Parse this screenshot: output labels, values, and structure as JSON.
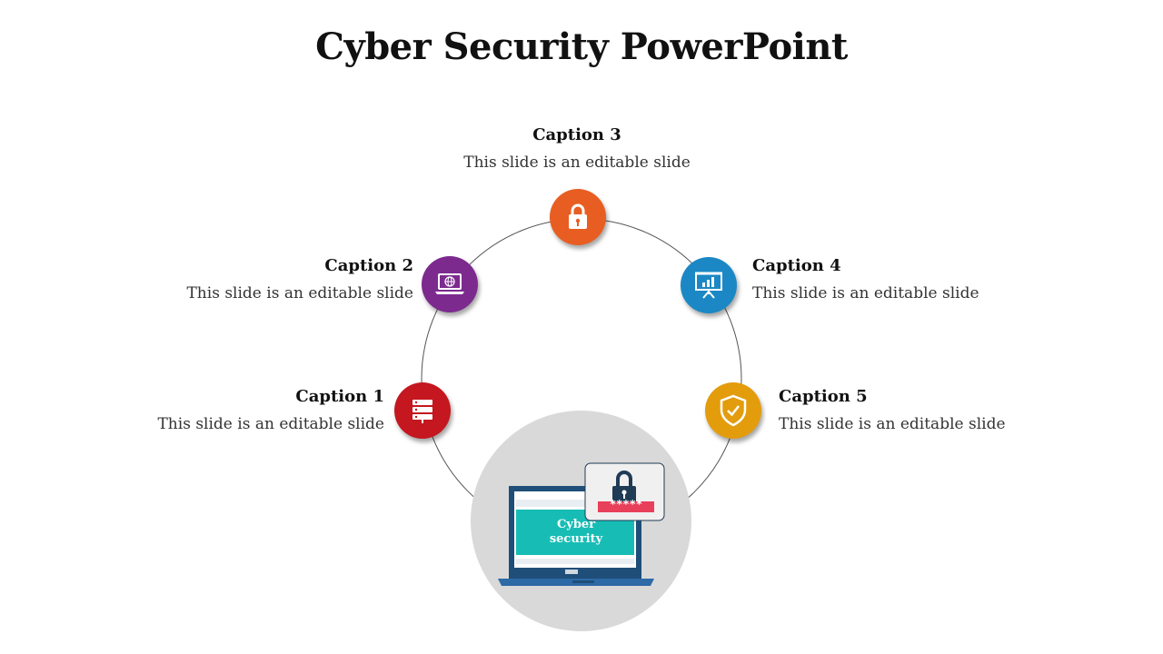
{
  "title": "Cyber Security PowerPoint",
  "nodes": [
    {
      "caption": "Caption 1",
      "text": "This slide is an editable slide",
      "color": "#c4171f",
      "icon": "server-icon"
    },
    {
      "caption": "Caption 2",
      "text": "This slide is an editable slide",
      "color": "#7d2a8f",
      "icon": "laptop-globe-icon"
    },
    {
      "caption": "Caption 3",
      "text": "This slide is an editable slide",
      "color": "#e85e22",
      "icon": "padlock-icon"
    },
    {
      "caption": "Caption 4",
      "text": "This slide is an editable slide",
      "color": "#1b88c5",
      "icon": "presentation-chart-icon"
    },
    {
      "caption": "Caption 5",
      "text": "This slide is an editable slide",
      "color": "#e39c0c",
      "icon": "shield-check-icon"
    }
  ],
  "center": {
    "label_line1": "Cyber",
    "label_line2": "security",
    "password_mask": "*****",
    "icon": "laptop-lock-icon"
  },
  "colors": {
    "ring": "#555555",
    "hub": "#d9d9d9",
    "laptop_frame": "#1f4e79",
    "screen": "#17bdb5",
    "password_bar": "#e8405a"
  }
}
